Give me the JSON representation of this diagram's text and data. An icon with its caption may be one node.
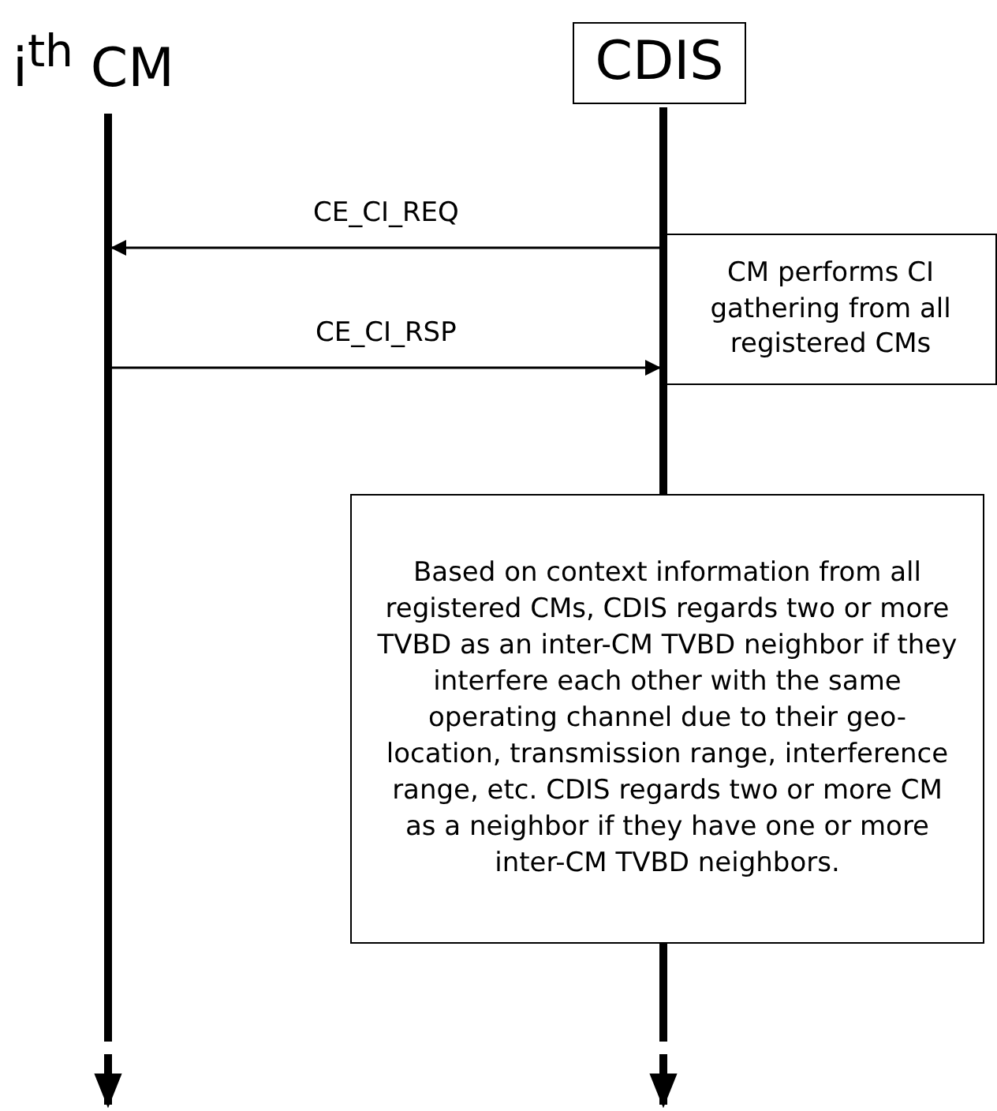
{
  "diagram": {
    "nodes": [
      {
        "text": [
          "i$^{th}$ CM"
        ]
      },
      {
        "text": [
          "CDIS"
        ]
      },
      {
        "text": [
          "CM performs CI gathering from all registered CMs"
        ]
      },
      {
        "text": [
          "Based on context information from all registered CMs, CDIS regards two or more TVBD as an inter-CM TVBD neighbor if they interfere each other with the same operating channel due to their geo-location, transmission range, interference range, etc. CDIS regards two or more CM as a neighbor if they have one or more inter-CM TVBD neighbors."
        ]
      },
      {
        "text": [],
        "shape": "bar"
      },
      {
        "text": [],
        "shape": "bar"
      },
      {
        "text": [],
        "shape": "bar"
      }
    ],
    "edges": [
      {
        "from": 4,
        "to": null,
        "arrow": "to",
        "style": "thick"
      },
      {
        "from": 6,
        "to": null,
        "arrow": "to",
        "style": "thick"
      },
      {
        "from": 5,
        "to": 4,
        "label": "CE_CI_REQ",
        "arrow": "to"
      },
      {
        "from": 4,
        "to": 5,
        "label": "CE_CI_RSP",
        "arrow": "to"
      }
    ]
  }
}
